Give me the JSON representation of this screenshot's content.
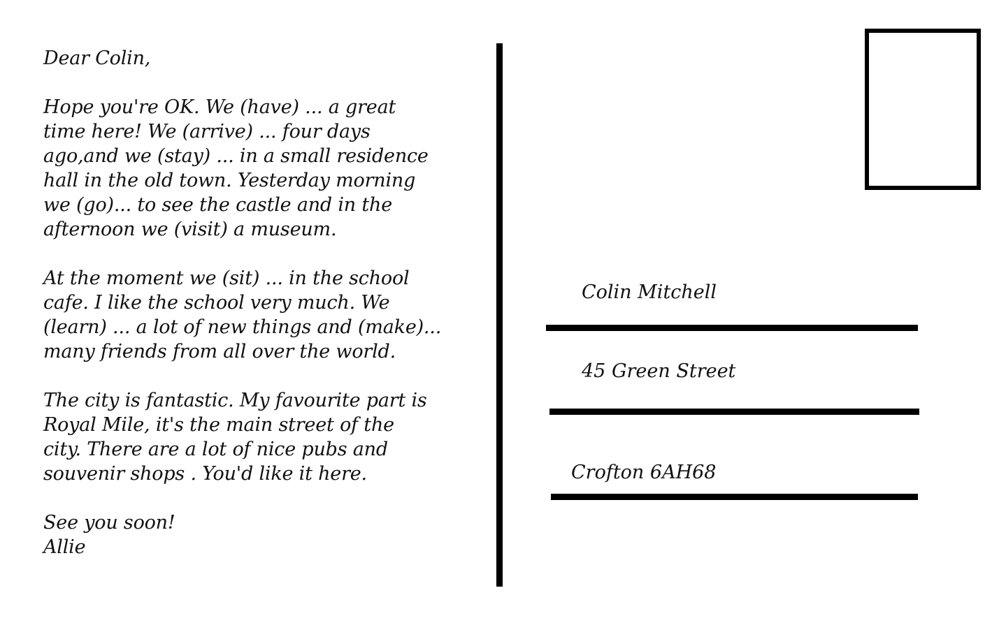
{
  "message": {
    "greeting": "Dear Colin,",
    "paragraph1": [
      "Hope you're OK. We (have) ... a great",
      "time here! We (arrive) ... four days",
      "ago,and we (stay) ... in a small residence",
      "hall in the old town. Yesterday morning",
      "we (go)... to see the castle and in the",
      "afternoon we (visit) a museum."
    ],
    "paragraph2": [
      "At the moment we (sit) ... in the school",
      "cafe. I like the school very much. We",
      "(learn) ... a lot of new things and (make)...",
      "many friends from all over the world."
    ],
    "paragraph3": [
      "The city is fantastic. My favourite part is",
      "Royal Mile, it's the main street of the",
      "city. There are a lot of nice pubs and",
      "souvenir shops . You'd like it here."
    ],
    "closing": "See you soon!",
    "signature": "Allie"
  },
  "address": {
    "name": "Colin Mitchell",
    "street": "45 Green Street",
    "city": "Crofton 6AH68"
  }
}
